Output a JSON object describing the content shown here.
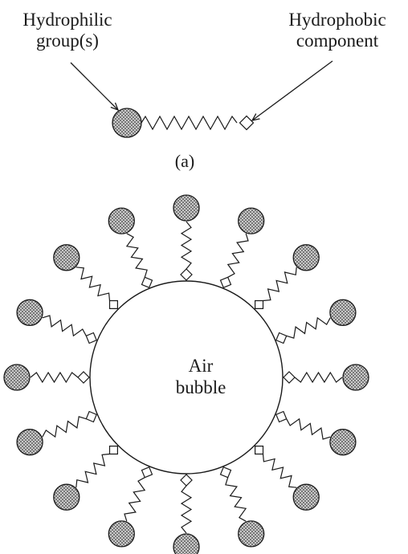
{
  "labels": {
    "hydrophilic": [
      "Hydrophilic",
      "group(s)"
    ],
    "hydrophobic": [
      "Hydrophobic",
      "component"
    ],
    "panel_a": "(a)",
    "bubble": [
      "Air",
      "bubble"
    ]
  },
  "colors": {
    "ink": "#1a1a1a",
    "head_fill": "#d9d9d9",
    "hatch": "#555555"
  },
  "surfactant_molecule_count": 16
}
